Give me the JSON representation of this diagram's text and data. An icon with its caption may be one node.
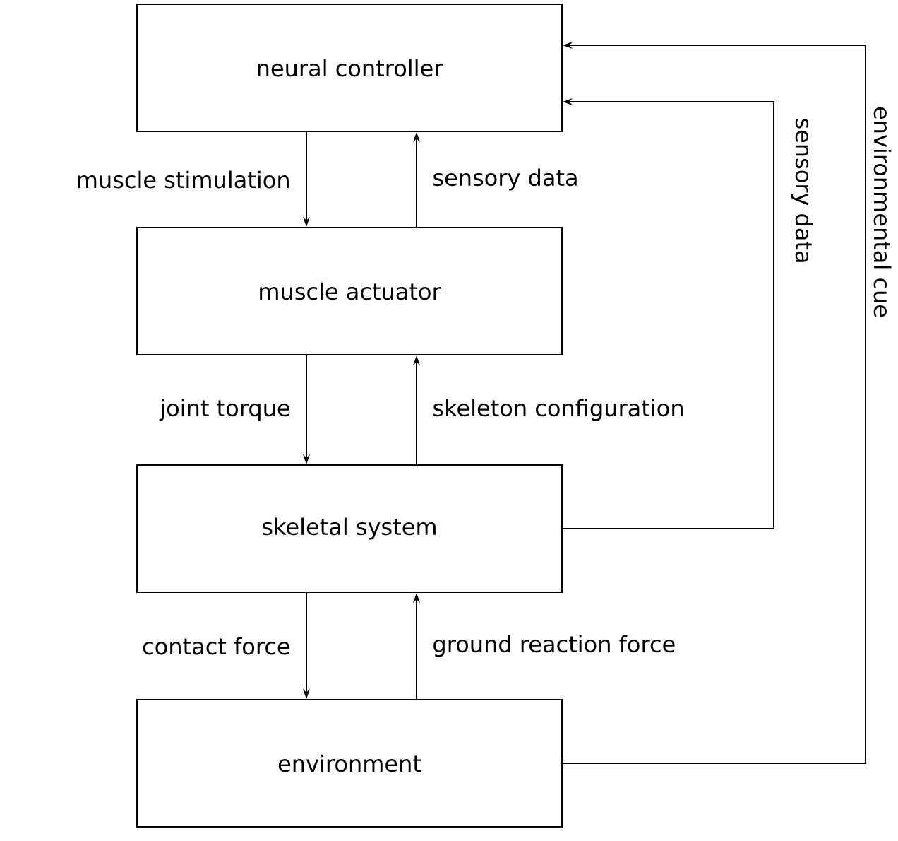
{
  "diagram": {
    "nodes": [
      {
        "text": [
          "neural controller"
        ]
      },
      {
        "text": [
          "muscle actuator"
        ]
      },
      {
        "text": [
          "skeletal system"
        ]
      },
      {
        "text": [
          "environment"
        ]
      }
    ],
    "edges": [
      {
        "from": 0,
        "to": 1,
        "arrow": "to",
        "label": "muscle stimulation"
      },
      {
        "from": 1,
        "to": 0,
        "arrow": "to",
        "label": "sensory data"
      },
      {
        "from": 1,
        "to": 2,
        "arrow": "to",
        "label": "joint torque"
      },
      {
        "from": 2,
        "to": 1,
        "arrow": "to",
        "label": "skeleton configuration"
      },
      {
        "from": 2,
        "to": 3,
        "arrow": "to",
        "label": "contact force"
      },
      {
        "from": 3,
        "to": 2,
        "arrow": "to",
        "label": "ground reaction force"
      },
      {
        "from": 2,
        "to": 0,
        "arrow": "to",
        "label": "sensory data"
      },
      {
        "from": 3,
        "to": 0,
        "arrow": "to",
        "label": "environmental cue"
      }
    ]
  }
}
